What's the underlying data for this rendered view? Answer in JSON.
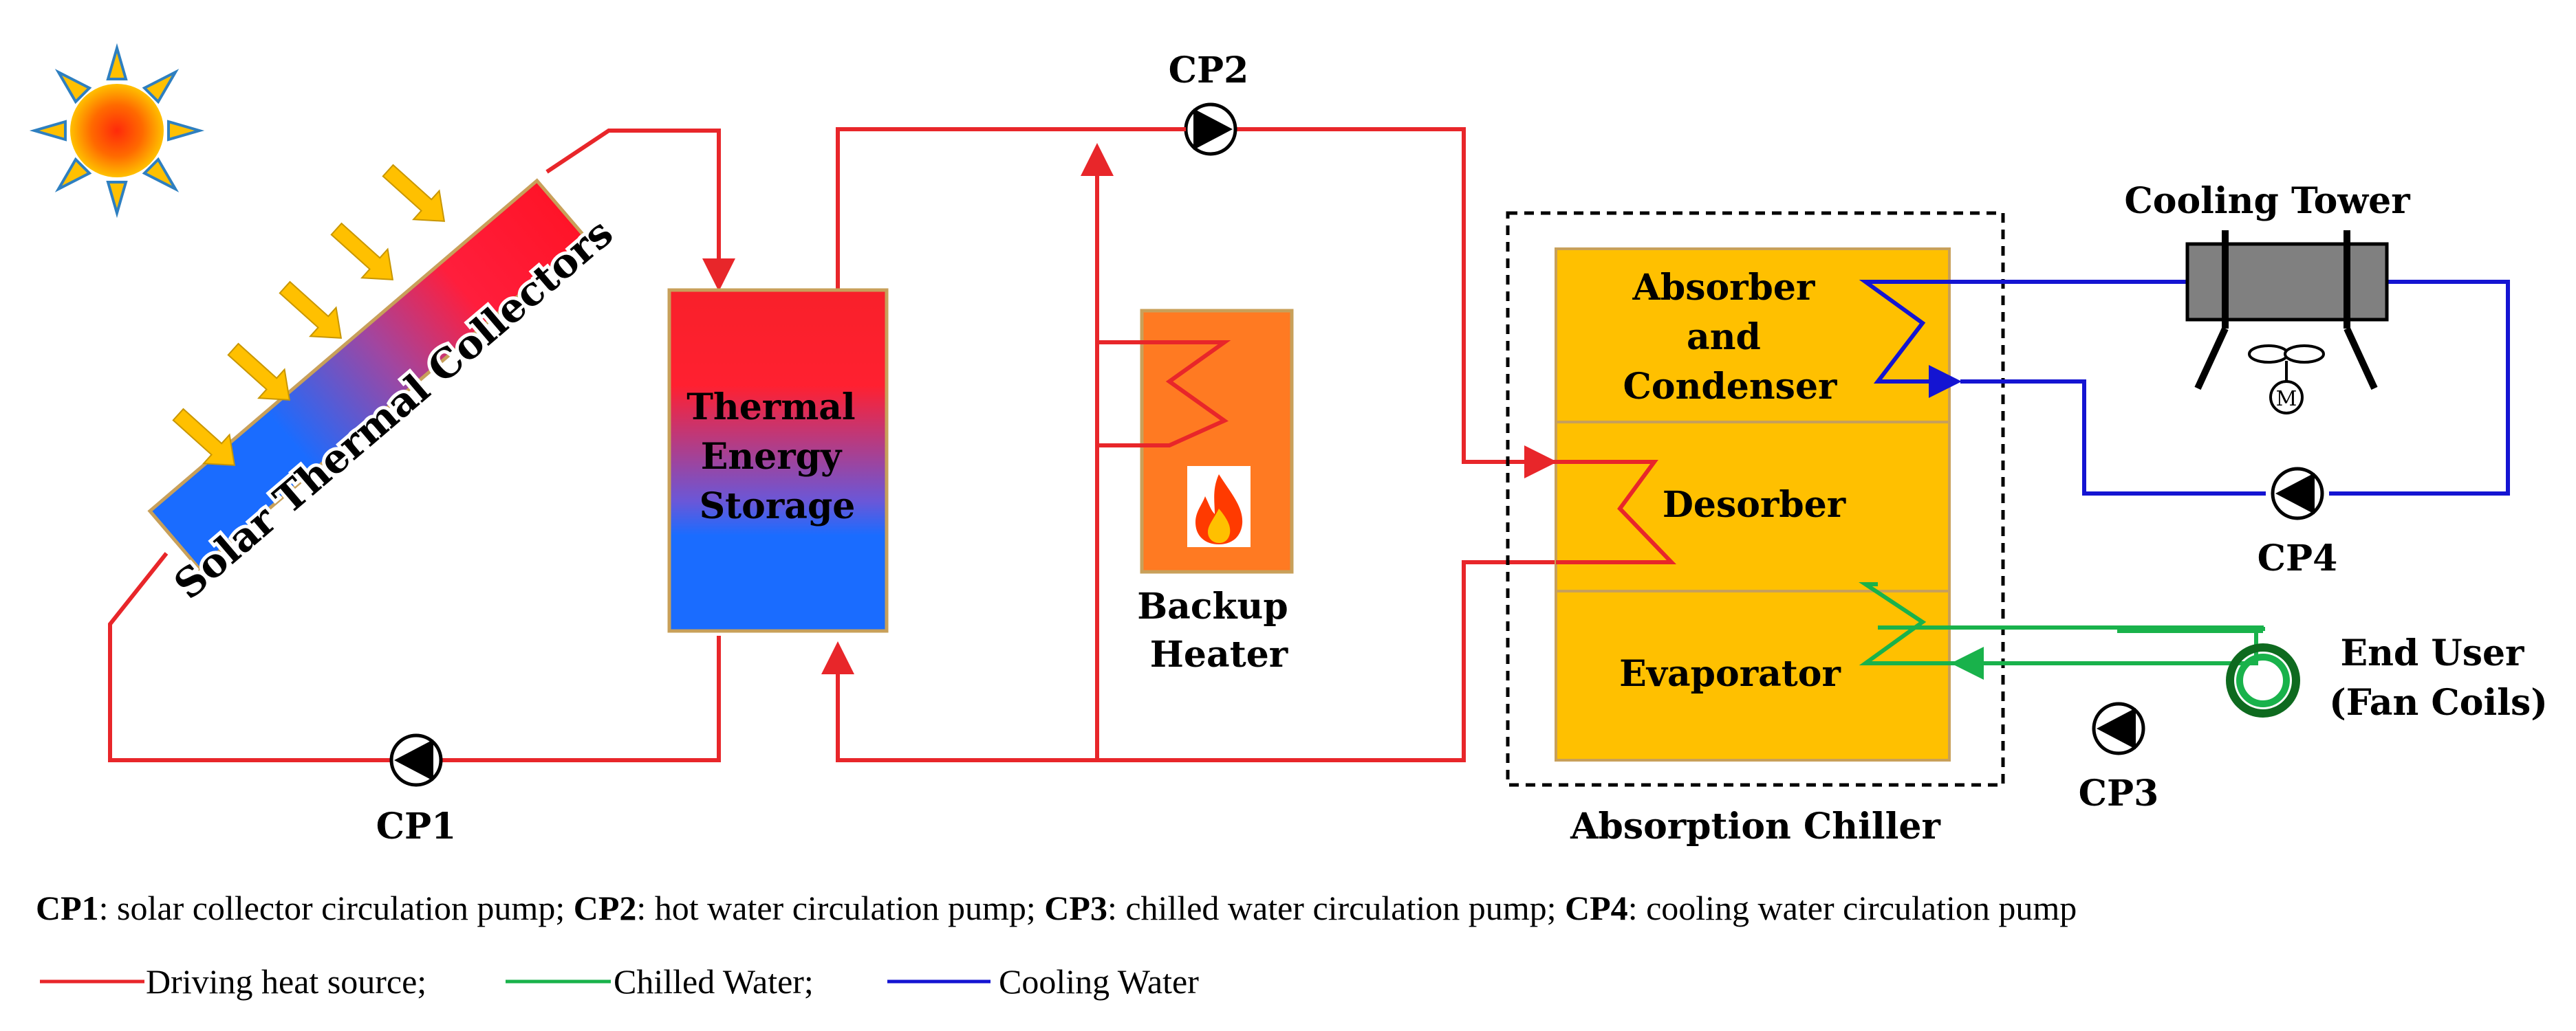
{
  "components": {
    "collector_label": "Solar Thermal Collectors",
    "storage_label": [
      "Thermal",
      "Energy",
      "Storage"
    ],
    "backup_label": [
      "Backup",
      "Heater"
    ],
    "chiller_sections": {
      "absorber": [
        "Absorber",
        "and",
        "Condenser"
      ],
      "desorber": "Desorber",
      "evaporator": "Evaporator"
    },
    "chiller_label": "Absorption Chiller",
    "cooling_tower_label": "Cooling Tower",
    "end_user_label": [
      "End User",
      "(Fan Coils)"
    ],
    "motor_glyph": "M"
  },
  "pumps": {
    "cp1": "CP1",
    "cp2": "CP2",
    "cp3": "CP3",
    "cp4": "CP4"
  },
  "legend": {
    "pumps": [
      {
        "code": "CP1",
        "desc": ": solar collector circulation pump;"
      },
      {
        "code": "CP2",
        "desc": ": hot water circulation pump;"
      },
      {
        "code": "CP3",
        "desc": ": chilled water circulation pump;"
      },
      {
        "code": "CP4",
        "desc": ": cooling water circulation pump"
      }
    ],
    "lines": [
      {
        "label": "Driving heat source;",
        "color": "#e8262a"
      },
      {
        "label": "Chilled Water;",
        "color": "#19b24b"
      },
      {
        "label": "Cooling Water",
        "color": "#1414d2"
      }
    ]
  },
  "colors": {
    "hot": "#e8262a",
    "chilled": "#19b24b",
    "cooling": "#1414d2",
    "chiller_fill": "#ffc000",
    "heater_fill": "#ff7a22",
    "sun": "#ffc000"
  }
}
